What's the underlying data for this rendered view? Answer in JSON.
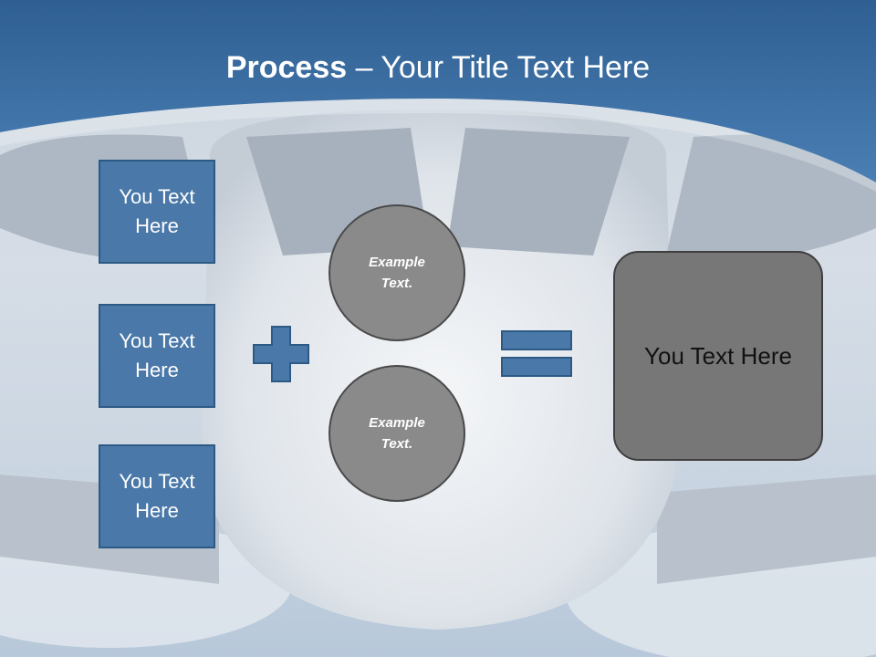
{
  "title": {
    "bold": "Process",
    "rest": " – Your Title Text Here"
  },
  "boxes": [
    {
      "label": "You Text Here"
    },
    {
      "label": "You Text Here"
    },
    {
      "label": "You Text Here"
    }
  ],
  "circles": [
    {
      "label": "Example Text."
    },
    {
      "label": "Example Text."
    }
  ],
  "result": {
    "label": "You Text Here"
  },
  "colors": {
    "header_blue": "#3f72a6",
    "box_fill": "#4a78a8",
    "circle_fill": "#8a8a8a",
    "result_fill": "#777777"
  }
}
